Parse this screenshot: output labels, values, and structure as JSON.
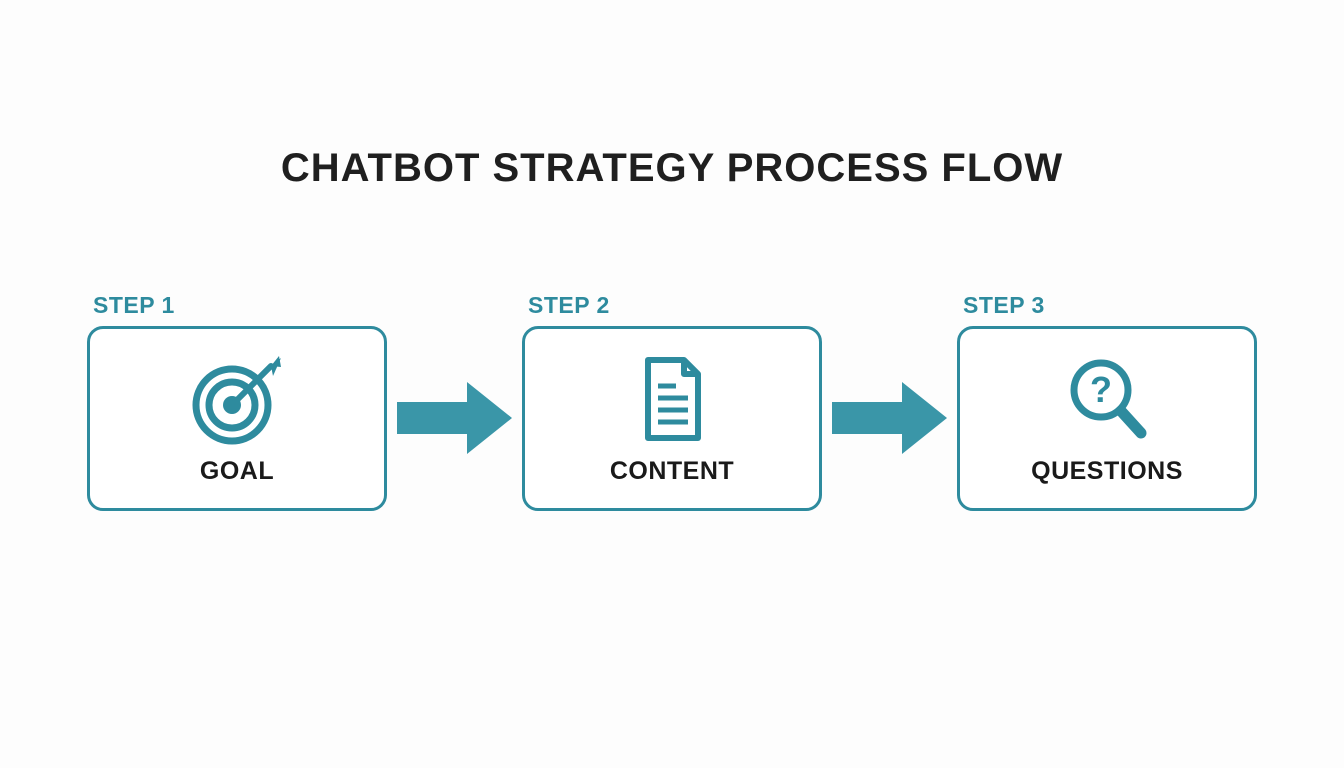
{
  "title": "CHATBOT STRATEGY PROCESS FLOW",
  "colors": {
    "accent": "#2e8b9e",
    "arrow": "#3a96a8",
    "title_text": "#1f1f1f",
    "box_label_text": "#1a1a1a",
    "background": "#fdfdfd"
  },
  "steps": [
    {
      "step_label": "STEP 1",
      "label": "GOAL",
      "icon": "target-icon"
    },
    {
      "step_label": "STEP 2",
      "label": "CONTENT",
      "icon": "document-icon"
    },
    {
      "step_label": "STEP 3",
      "label": "QUESTIONS",
      "icon": "magnifier-question-icon"
    }
  ]
}
